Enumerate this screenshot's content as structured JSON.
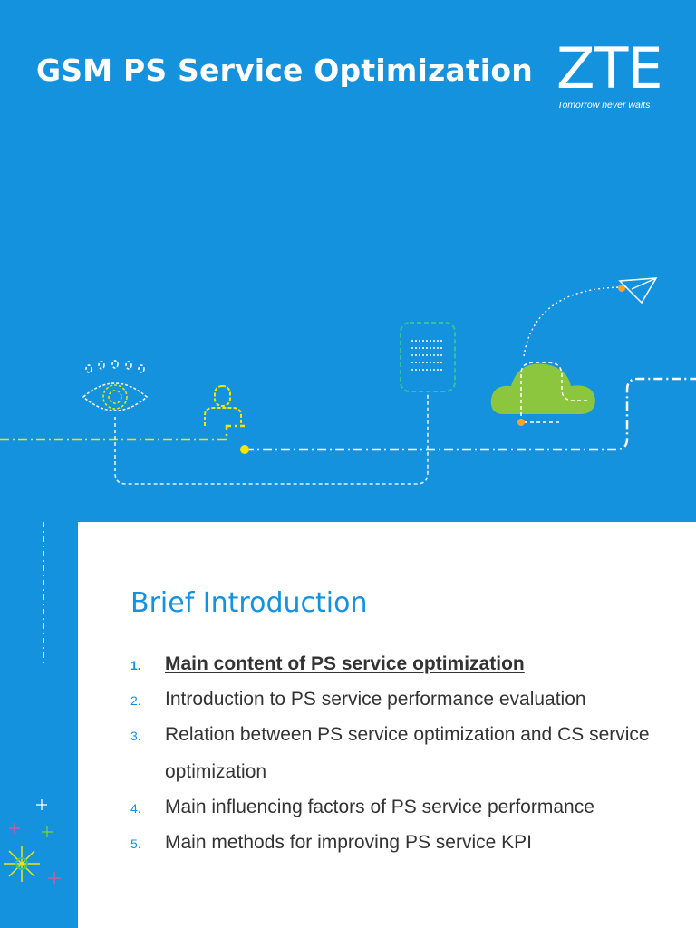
{
  "slide": {
    "title": "GSM PS Service Optimization"
  },
  "logo": {
    "text": "ZTE",
    "tagline": "Tomorrow never waits"
  },
  "content": {
    "heading": "Brief Introduction",
    "agenda": [
      {
        "number": "1.",
        "text": "Main content of PS service optimization",
        "active": true
      },
      {
        "number": "2.",
        "text": "Introduction to PS service performance evaluation",
        "active": false
      },
      {
        "number": "3.",
        "text": "Relation between PS service optimization and CS service optimization",
        "active": false
      },
      {
        "number": "4.",
        "text": "Main influencing factors of PS service performance",
        "active": false
      },
      {
        "number": "5.",
        "text": "Main methods for improving PS service KPI",
        "active": false
      }
    ]
  },
  "colors": {
    "background": "#1592de",
    "accent_yellow": "#f5e500",
    "cloud_green": "#8cc63f",
    "document_teal": "#35c0a0",
    "dot_orange": "#f6a623"
  },
  "icons": [
    "eye-icon",
    "person-icon",
    "document-icon",
    "cloud-icon",
    "paper-plane-icon",
    "sparkle-icon"
  ]
}
